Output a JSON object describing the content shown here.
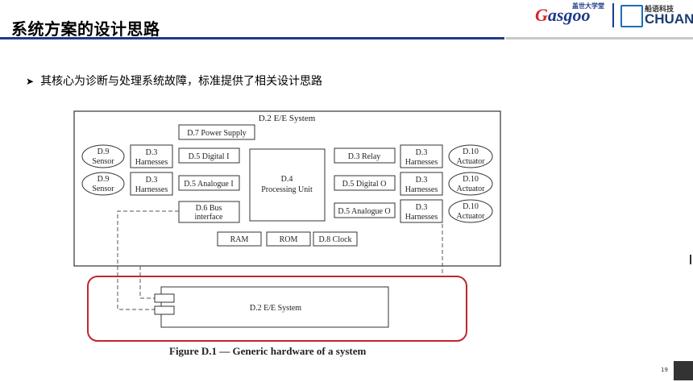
{
  "header": {
    "title": "系统方案的设计思路",
    "logos": {
      "gasgoo_cn": "盖世大学堂",
      "gasgoo_name_first": "G",
      "gasgoo_name_rest": "asgoo",
      "chuan_cn": "船语科技",
      "chuan_en": "CHUAN"
    }
  },
  "bullet": {
    "text": "其核心为诊断与处理系统故障，标准提供了相关设计思路"
  },
  "figure": {
    "system_label": "D.2 E/E System",
    "power_supply": "D.7 Power Supply",
    "sensor_label": "D.9",
    "sensor_name": "Sensor",
    "harness_label": "D.3",
    "harness_name": "Harnesses",
    "digital_in": "D.5 Digital I",
    "analogue_in": "D.5 Analogue I",
    "bus_label": "D.6 Bus",
    "bus_name": "interface",
    "pu_label": "D.4",
    "pu_name": "Processing Unit",
    "relay": "D.3 Relay",
    "digital_out": "D.5 Digital O",
    "analogue_out": "D.5 Analogue O",
    "actuator_label": "D.10",
    "actuator_name": "Actuator",
    "ram": "RAM",
    "rom": "ROM",
    "clock": "D.8 Clock",
    "external_system": "D.2 E/E System",
    "caption": "Figure D.1 — Generic hardware of a system"
  },
  "footer": {
    "page_number": "19"
  },
  "colors": {
    "title_rule": "#1f3a8a",
    "highlight": "#c0272d"
  }
}
